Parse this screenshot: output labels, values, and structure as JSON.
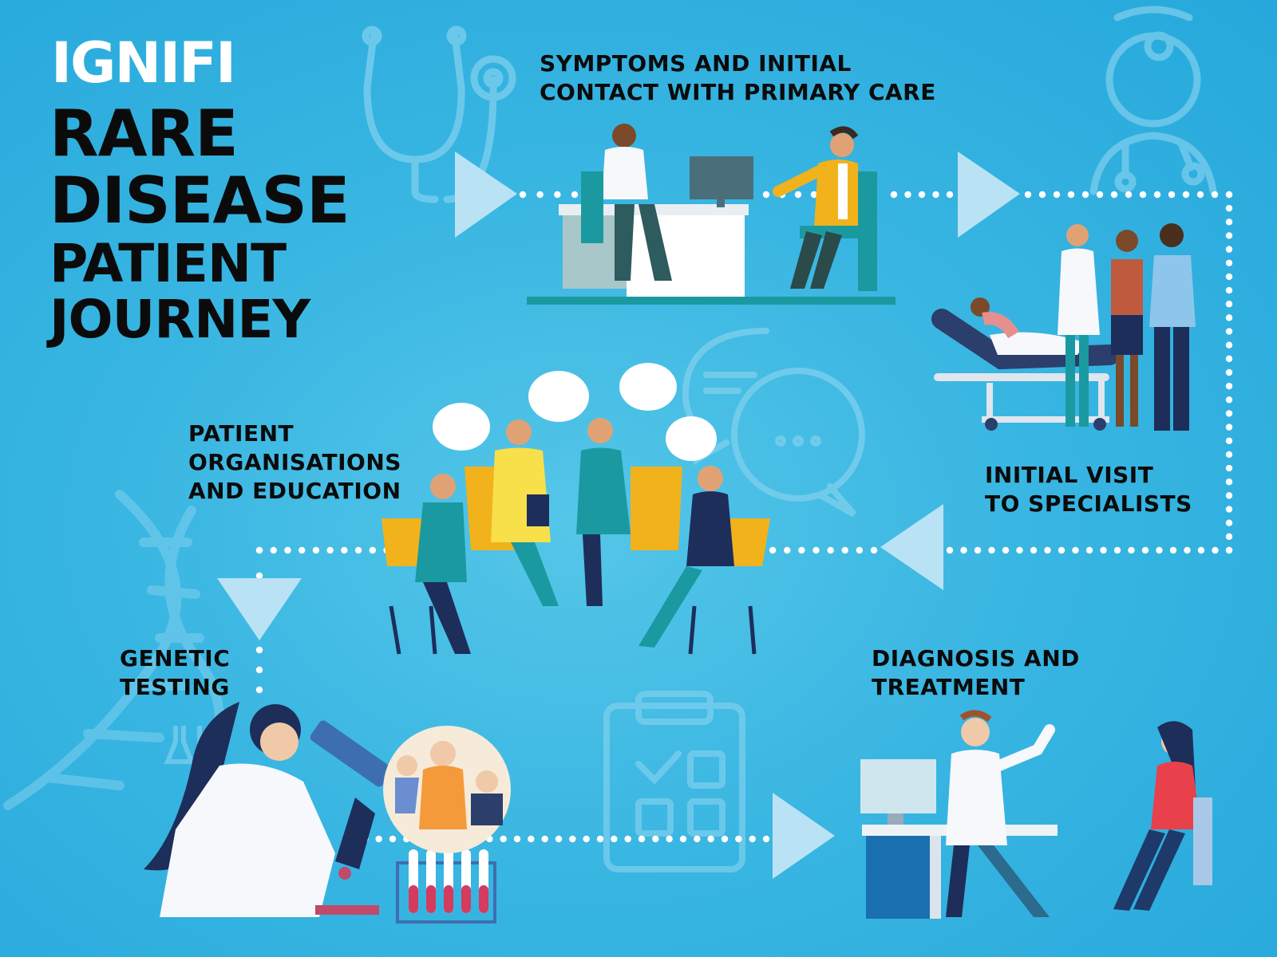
{
  "brand": {
    "logo_text": "IGNIFI"
  },
  "title": {
    "line1": "RARE",
    "line2": "DISEASE",
    "line3": "PATIENT",
    "line4": "JOURNEY"
  },
  "steps": [
    {
      "id": "primary-care",
      "label": "SYMPTOMS AND INITIAL\nCONTACT WITH PRIMARY CARE"
    },
    {
      "id": "specialists",
      "label": "INITIAL VISIT\nTO SPECIALISTS"
    },
    {
      "id": "organisations",
      "label": "PATIENT\nORGANISATIONS\nAND EDUCATION"
    },
    {
      "id": "genetic",
      "label": "GENETIC\nTESTING"
    },
    {
      "id": "diagnosis",
      "label": "DIAGNOSIS AND\nTREATMENT"
    }
  ],
  "colors": {
    "background": "#39b6e2",
    "title": "#0b0b0b",
    "logo": "#ffffff",
    "arrow": "#b9e3f4",
    "dots": "#ffffff",
    "accent_yellow": "#f2b21b",
    "teal": "#1a9aa0",
    "navy": "#1d2e5a"
  },
  "icons": [
    "stethoscope-icon",
    "doctor-icon",
    "speech-bubbles-icon",
    "dna-icon",
    "clipboard-icon",
    "microscope-icon",
    "test-tubes-icon",
    "family-icon"
  ]
}
